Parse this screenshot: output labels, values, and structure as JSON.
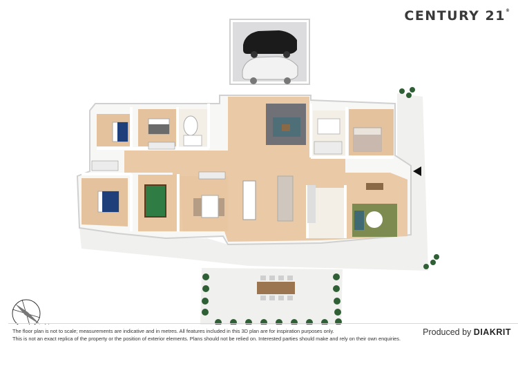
{
  "brand": {
    "name": "CENTURY 21",
    "mark": "®"
  },
  "compass": {
    "label": "N"
  },
  "footer": {
    "disclaimer_line1": "The floor plan is not to scale; measurements are indicative and in metres. All features included in this 3D plan are for inspiration purposes only.",
    "disclaimer_line2": "This is not an exact replica of the property or the position of exterior elements. Plans should not be relied on. Interested parties should make and rely on their own enquiries.",
    "produced_prefix": "Produced by",
    "produced_brand": "DIAKRIT"
  },
  "colors": {
    "floor_wood": "#e9c9a6",
    "floor_tile": "#f4efe6",
    "wall": "#f7f7f5",
    "garage_floor": "#d9d9dc",
    "hedge": "#2f5f34",
    "rug_lounge": "#6e7f72",
    "rug_family": "#7d8a50",
    "pool_table": "#2f7d44",
    "bed_blue": "#1f3f7a",
    "entry_arrow": "#111111"
  },
  "icons": [
    "compass-icon",
    "entry-arrow-icon",
    "car-icon",
    "bed-icon",
    "pool-table-icon",
    "dining-table-icon",
    "sofa-icon",
    "tree-icon"
  ]
}
